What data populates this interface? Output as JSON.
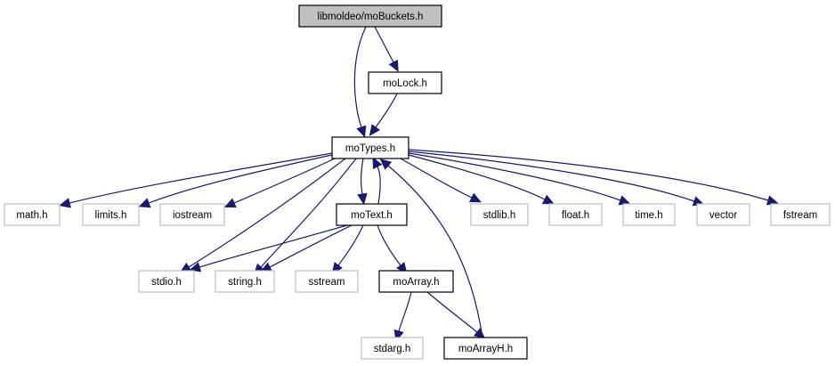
{
  "diagram": {
    "title": "libmoldeo/moBuckets.h",
    "colors": {
      "root_fill": "#bfbfbf",
      "documented_border": "#000000",
      "external_border": "#bfbfbf",
      "edge": "#191970"
    },
    "nodes": [
      {
        "id": "moBuckets",
        "label": "libmoldeo/moBuckets.h",
        "kind": "root"
      },
      {
        "id": "moLock",
        "label": "moLock.h",
        "kind": "documented"
      },
      {
        "id": "moTypes",
        "label": "moTypes.h",
        "kind": "documented"
      },
      {
        "id": "math",
        "label": "math.h",
        "kind": "external"
      },
      {
        "id": "limits",
        "label": "limits.h",
        "kind": "external"
      },
      {
        "id": "iostream",
        "label": "iostream",
        "kind": "external"
      },
      {
        "id": "moText",
        "label": "moText.h",
        "kind": "documented"
      },
      {
        "id": "stdlib",
        "label": "stdlib.h",
        "kind": "external"
      },
      {
        "id": "float",
        "label": "float.h",
        "kind": "external"
      },
      {
        "id": "time",
        "label": "time.h",
        "kind": "external"
      },
      {
        "id": "vector",
        "label": "vector",
        "kind": "external"
      },
      {
        "id": "fstream",
        "label": "fstream",
        "kind": "external"
      },
      {
        "id": "stdio",
        "label": "stdio.h",
        "kind": "external"
      },
      {
        "id": "string",
        "label": "string.h",
        "kind": "external"
      },
      {
        "id": "sstream",
        "label": "sstream",
        "kind": "external"
      },
      {
        "id": "moArray",
        "label": "moArray.h",
        "kind": "documented"
      },
      {
        "id": "stdarg",
        "label": "stdarg.h",
        "kind": "external"
      },
      {
        "id": "moArrayH",
        "label": "moArrayH.h",
        "kind": "documented"
      }
    ],
    "edges": [
      {
        "from": "moBuckets",
        "to": "moTypes"
      },
      {
        "from": "moBuckets",
        "to": "moLock"
      },
      {
        "from": "moLock",
        "to": "moTypes"
      },
      {
        "from": "moTypes",
        "to": "math"
      },
      {
        "from": "moTypes",
        "to": "limits"
      },
      {
        "from": "moTypes",
        "to": "iostream"
      },
      {
        "from": "moTypes",
        "to": "moText"
      },
      {
        "from": "moTypes",
        "to": "stdlib"
      },
      {
        "from": "moTypes",
        "to": "float"
      },
      {
        "from": "moTypes",
        "to": "time"
      },
      {
        "from": "moTypes",
        "to": "vector"
      },
      {
        "from": "moTypes",
        "to": "fstream"
      },
      {
        "from": "moTypes",
        "to": "stdio"
      },
      {
        "from": "moTypes",
        "to": "string"
      },
      {
        "from": "moText",
        "to": "moTypes"
      },
      {
        "from": "moText",
        "to": "stdio"
      },
      {
        "from": "moText",
        "to": "string"
      },
      {
        "from": "moText",
        "to": "sstream"
      },
      {
        "from": "moText",
        "to": "moArray"
      },
      {
        "from": "moArray",
        "to": "stdarg"
      },
      {
        "from": "moArray",
        "to": "moArrayH"
      },
      {
        "from": "moArrayH",
        "to": "moTypes"
      }
    ]
  }
}
